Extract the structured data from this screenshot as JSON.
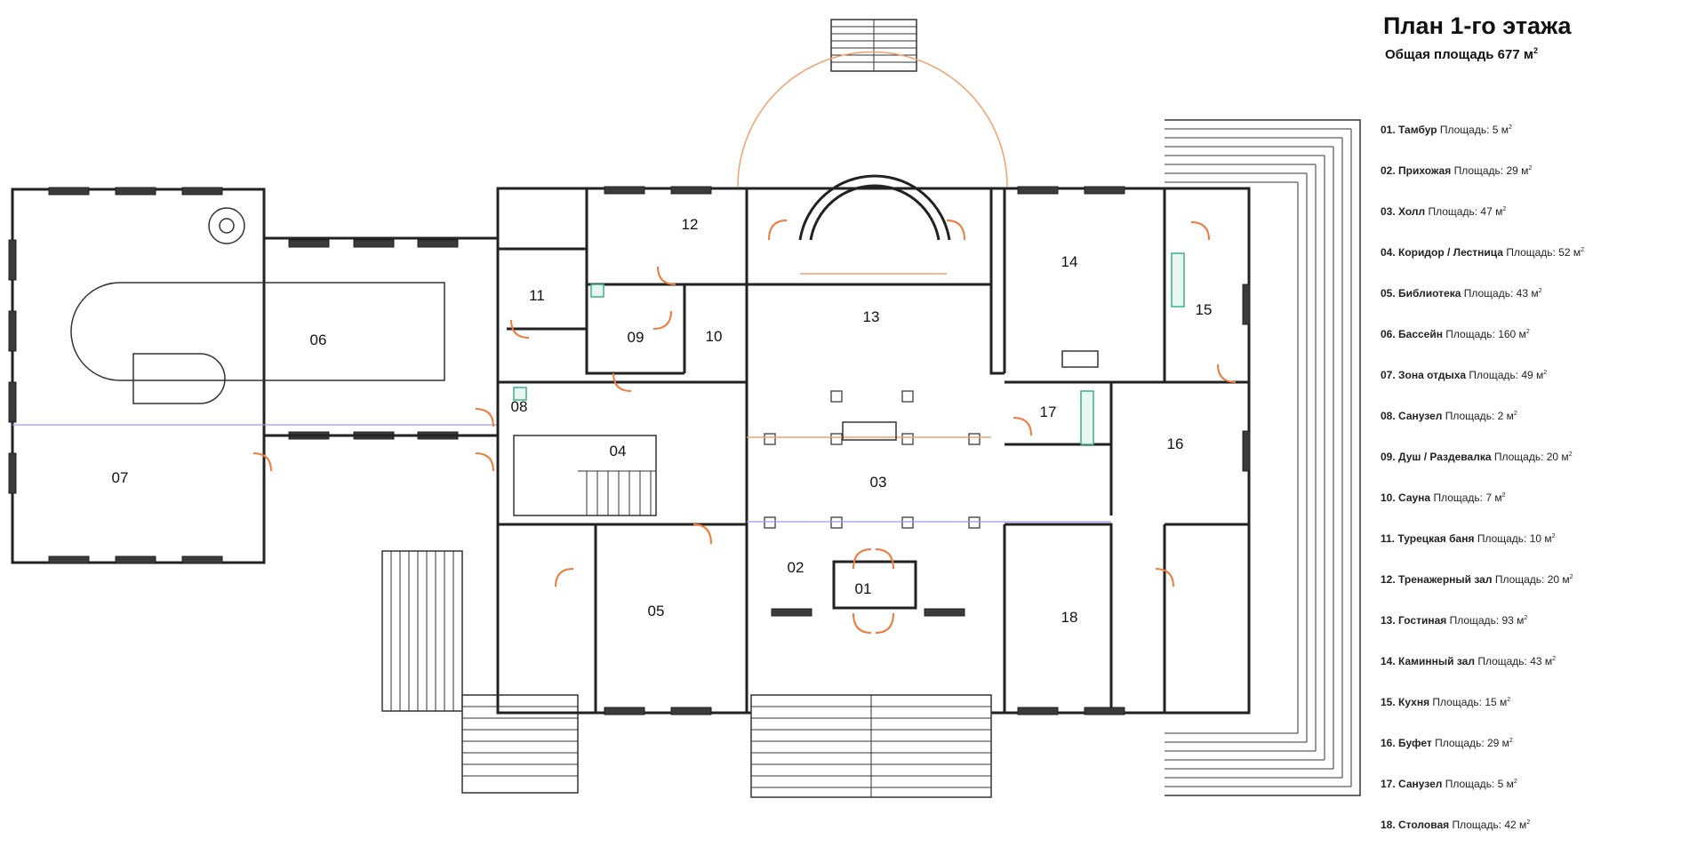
{
  "title": "План 1-го этажа",
  "subtitle": "Общая площадь 677 ",
  "subtitle_unit": "м",
  "subtitle_sup": "2",
  "rooms": [
    "01",
    "02",
    "03",
    "04",
    "05",
    "06",
    "07",
    "08",
    "09",
    "10",
    "11",
    "12",
    "13",
    "14",
    "15",
    "16",
    "17",
    "18"
  ],
  "legend": [
    {
      "label": "01. Тамбур ",
      "area": "Площадь: 5 м",
      "sup": "2"
    },
    {
      "label": "02. Прихожая ",
      "area": "Площадь: 29 м",
      "sup": "2"
    },
    {
      "label": "03. Холл ",
      "area": "Площадь: 47 м",
      "sup": "2"
    },
    {
      "label": "04. Коридор / Лестница ",
      "area": "Площадь: 52 м",
      "sup": "2"
    },
    {
      "label": "05. Библиотека ",
      "area": "Площадь: 43 м",
      "sup": "2"
    },
    {
      "label": "06. Бассейн ",
      "area": "Площадь: 160 м",
      "sup": "2"
    },
    {
      "label": "07. Зона отдыха ",
      "area": "Площадь: 49 м",
      "sup": "2"
    },
    {
      "label": "08. Санузел ",
      "area": "Площадь: 2 м",
      "sup": "2"
    },
    {
      "label": "09. Душ / Раздевалка ",
      "area": "Площадь: 20 м",
      "sup": "2"
    },
    {
      "label": "10. Сауна ",
      "area": "Площадь: 7 м",
      "sup": "2"
    },
    {
      "label": "11. Турецкая баня ",
      "area": "Площадь: 10 м",
      "sup": "2"
    },
    {
      "label": "12. Тренажерный зал ",
      "area": "Площадь: 20 м",
      "sup": "2"
    },
    {
      "label": "13. Гостиная ",
      "area": "Площадь: 93 м",
      "sup": "2"
    },
    {
      "label": "14. Каминный зал ",
      "area": "Площадь: 43 м",
      "sup": "2"
    },
    {
      "label": "15. Кухня ",
      "area": "Площадь: 15 м",
      "sup": "2"
    },
    {
      "label": "16. Буфет ",
      "area": "Площадь: 29 м",
      "sup": "2"
    },
    {
      "label": "17. Санузел ",
      "area": "Площадь: 5 м",
      "sup": "2"
    },
    {
      "label": "18. Столовая ",
      "area": "Площадь: 42 м",
      "sup": "2"
    }
  ]
}
